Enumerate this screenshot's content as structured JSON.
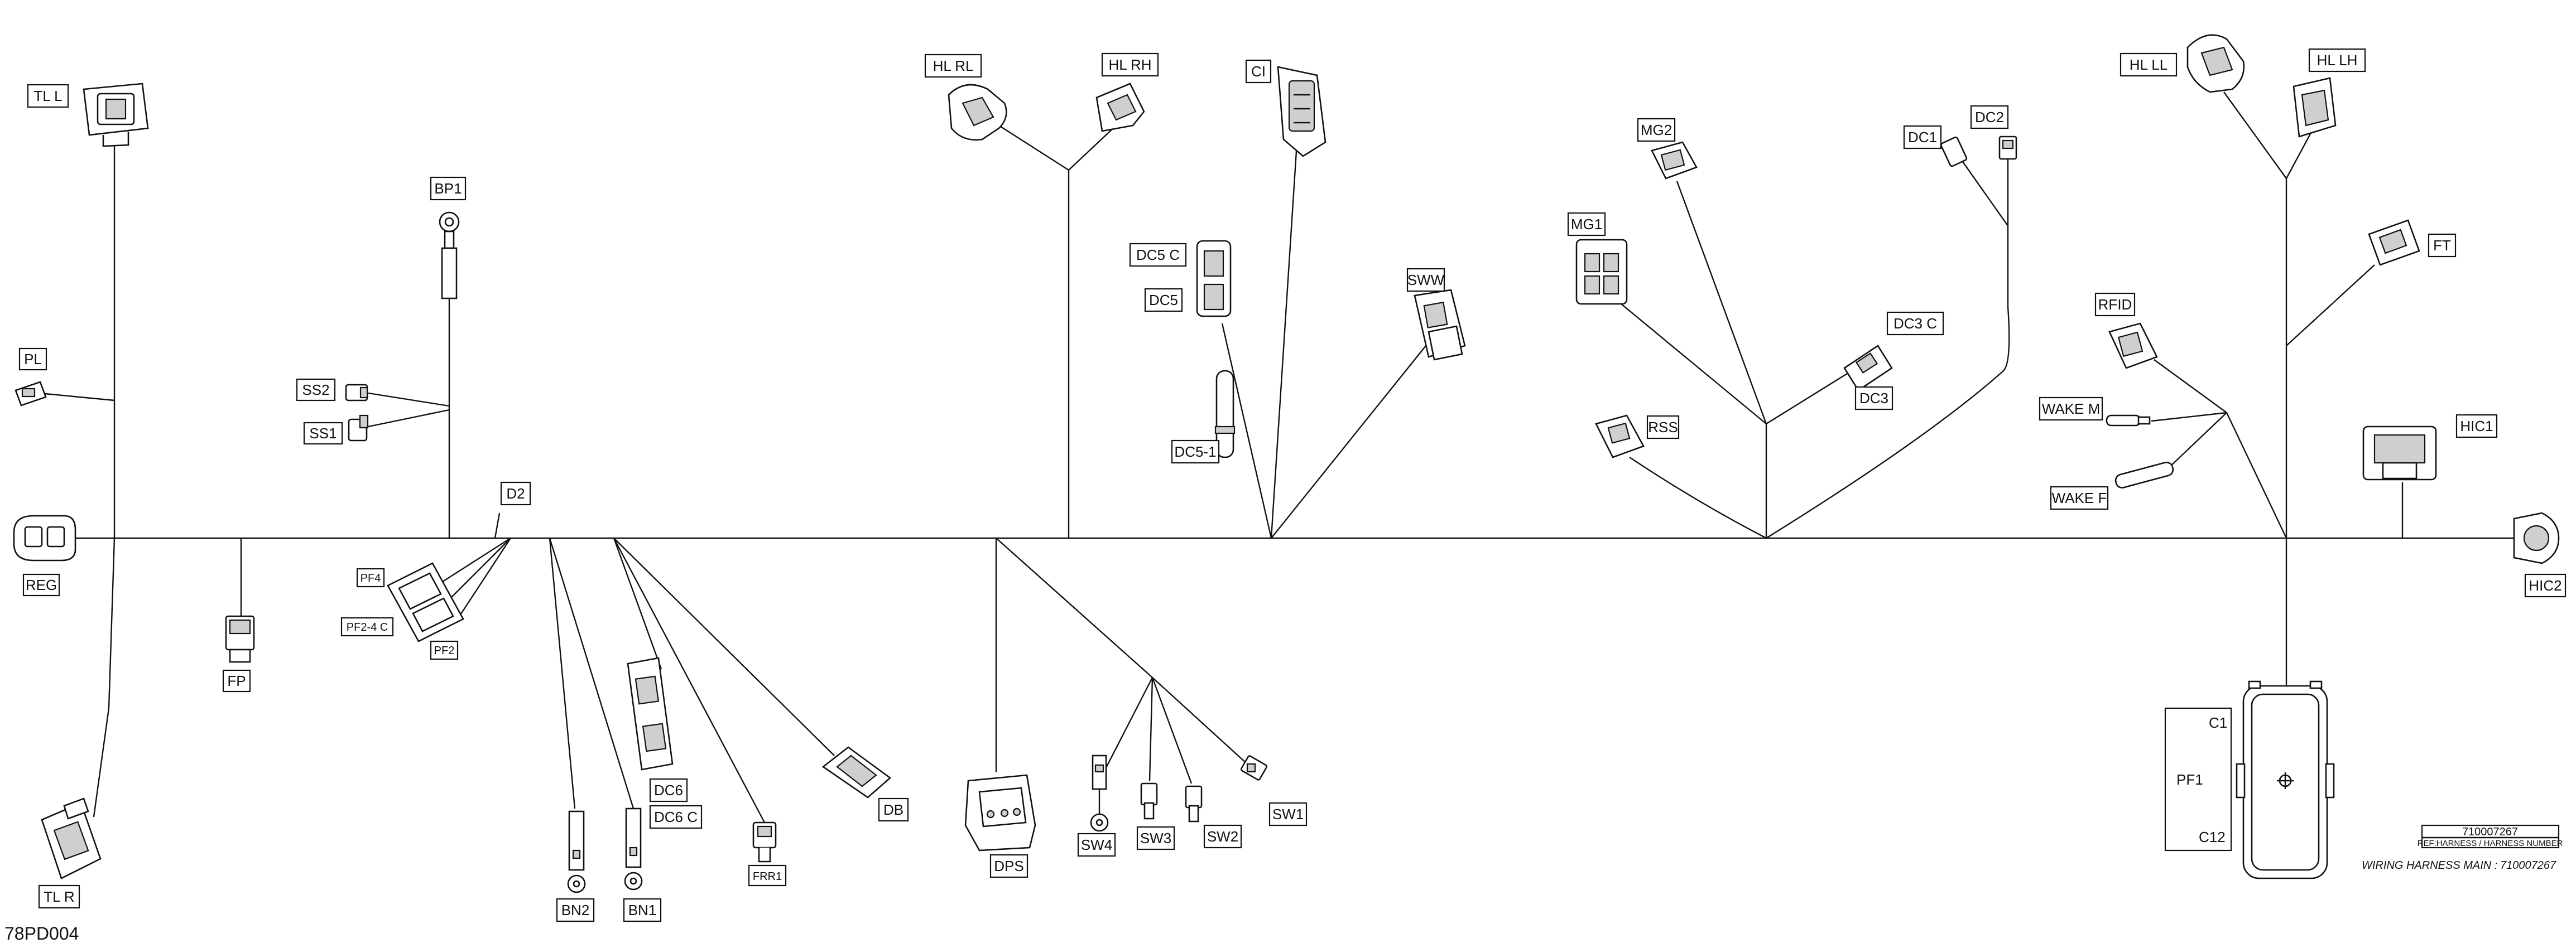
{
  "drawing": {
    "code": "78PD004",
    "title": "WIRING HARNESS MAIN :",
    "part_number": "710007267",
    "title_block_number": "710007267",
    "title_block_caption": "REF:HARNESS / HARNESS NUMBER"
  },
  "connectors": {
    "TL_L": "TL L",
    "PL": "PL",
    "REG": "REG",
    "TL_R": "TL R",
    "FP": "FP",
    "BP1": "BP1",
    "SS2": "SS2",
    "SS1": "SS1",
    "D2": "D2",
    "PF4": "PF4",
    "PF2_4C": "PF2-4 C",
    "PF2": "PF2",
    "BN2": "BN2",
    "BN1": "BN1",
    "DC6": "DC6",
    "DC6_C": "DC6 C",
    "FRR1": "FRR1",
    "DB": "DB",
    "HL_RL": "HL RL",
    "HL_RH": "HL RH",
    "CI": "CI",
    "DC5_C": "DC5 C",
    "DC5": "DC5",
    "DC5_1": "DC5-1",
    "SWW": "SWW",
    "DPS": "DPS",
    "SW4": "SW4",
    "SW3": "SW3",
    "SW2": "SW2",
    "SW1": "SW1",
    "MG2": "MG2",
    "MG1": "MG1",
    "DC1": "DC1",
    "DC2": "DC2",
    "DC3_C": "DC3 C",
    "DC3": "DC3",
    "RSS": "RSS",
    "HL_LL": "HL LL",
    "HL_LH": "HL LH",
    "FT": "FT",
    "RFID": "RFID",
    "WAKE_M": "WAKE M",
    "WAKE_F": "WAKE F",
    "HIC1": "HIC1",
    "HIC2": "HIC2",
    "PF1": "PF1",
    "C1": "C1",
    "C12": "C12"
  }
}
